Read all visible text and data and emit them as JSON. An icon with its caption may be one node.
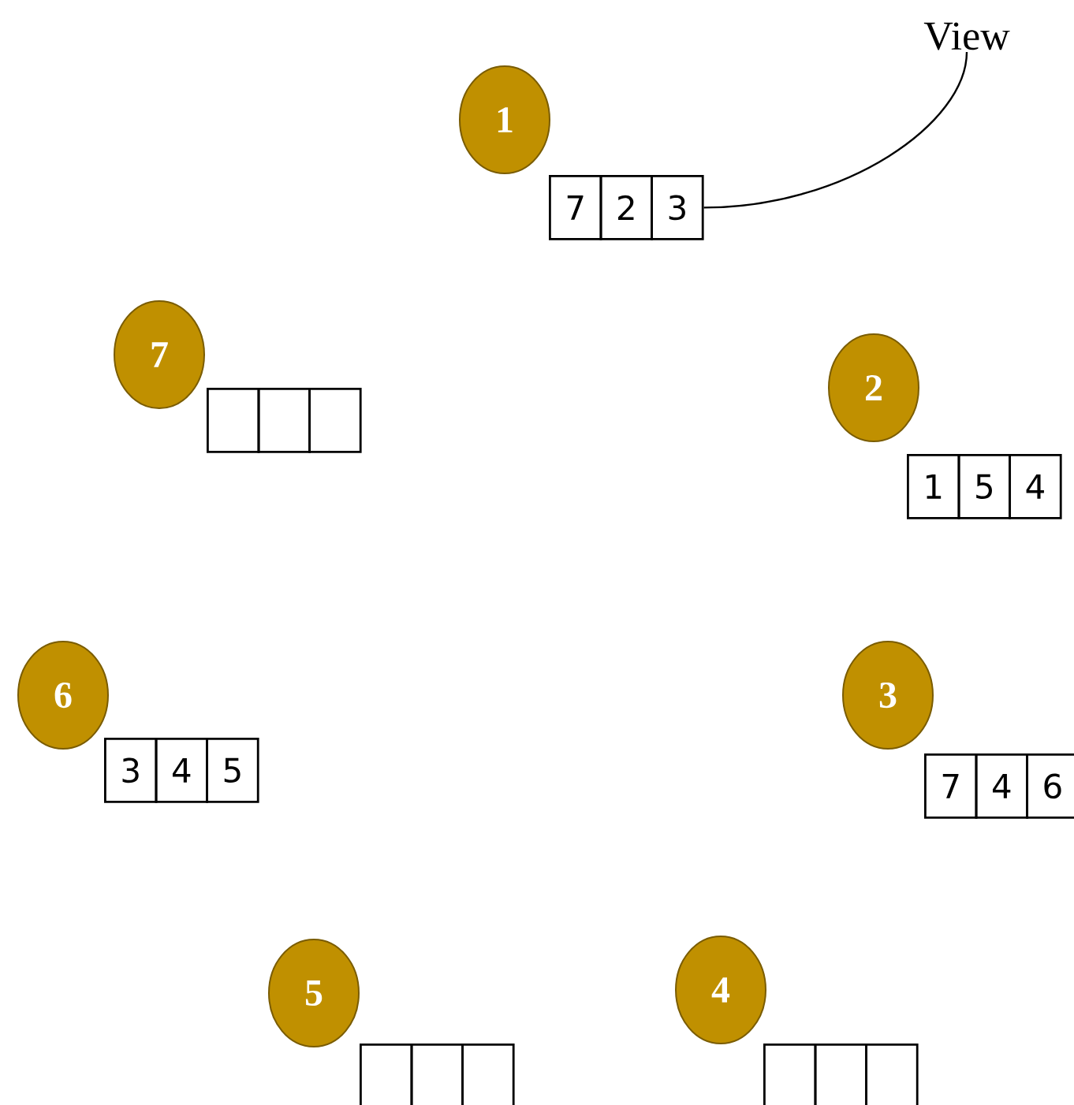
{
  "diagram": {
    "nodes": [
      {
        "text": [
          "View"
        ]
      },
      {
        "text": [
          "1"
        ]
      },
      {
        "text": [
          "7"
        ]
      },
      {
        "text": [
          "2"
        ]
      },
      {
        "text": [
          "3"
        ]
      },
      {
        "text": [
          "7"
        ]
      },
      {
        "text": [],
        "shape": "box"
      },
      {
        "text": [],
        "shape": "box"
      },
      {
        "text": [],
        "shape": "box"
      },
      {
        "text": [
          "2"
        ]
      },
      {
        "text": [
          "1"
        ]
      },
      {
        "text": [
          "5"
        ]
      },
      {
        "text": [
          "4"
        ]
      },
      {
        "text": [
          "6"
        ]
      },
      {
        "text": [
          "3"
        ]
      },
      {
        "text": [
          "4"
        ]
      },
      {
        "text": [
          "5"
        ]
      },
      {
        "text": [
          "3"
        ]
      },
      {
        "text": [
          "7"
        ]
      },
      {
        "text": [
          "4"
        ]
      },
      {
        "text": [
          "6"
        ]
      },
      {
        "text": [
          "5"
        ]
      },
      {
        "text": [],
        "shape": "box"
      },
      {
        "text": [],
        "shape": "box"
      },
      {
        "text": [],
        "shape": "box"
      },
      {
        "text": [
          "4"
        ]
      },
      {
        "text": [],
        "shape": "box"
      },
      {
        "text": [],
        "shape": "box"
      },
      {
        "text": [],
        "shape": "box"
      }
    ],
    "edges": [
      {
        "from": 0,
        "to": 4,
        "arrow": "none"
      }
    ]
  }
}
